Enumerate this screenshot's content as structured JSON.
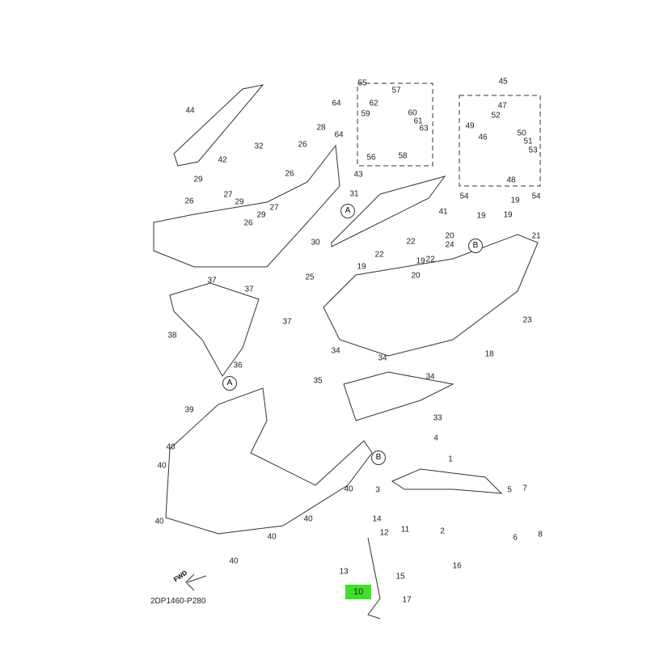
{
  "diagram_code": "2DP1460-P280",
  "fwd_label": "FWD",
  "highlight_color": "#3ee02a",
  "ref_markers": [
    "A",
    "A",
    "B",
    "B"
  ],
  "callouts": [
    "44",
    "55",
    "45",
    "57",
    "64",
    "62",
    "59",
    "60",
    "61",
    "63",
    "64",
    "56",
    "58",
    "47",
    "52",
    "49",
    "46",
    "50",
    "51",
    "53",
    "48",
    "54",
    "54",
    "32",
    "28",
    "26",
    "26",
    "42",
    "29",
    "27",
    "29",
    "27",
    "26",
    "29",
    "26",
    "31",
    "30",
    "25",
    "43",
    "41",
    "19",
    "19",
    "19",
    "20",
    "22",
    "24",
    "22",
    "19",
    "22",
    "19",
    "20",
    "21",
    "23",
    "18",
    "37",
    "37",
    "37",
    "38",
    "36",
    "34",
    "34",
    "34",
    "35",
    "33",
    "39",
    "40",
    "40",
    "40",
    "40",
    "40",
    "40",
    "40",
    "4",
    "1",
    "3",
    "5",
    "7",
    "2",
    "6",
    "8",
    "14",
    "12",
    "11",
    "13",
    "16",
    "15",
    "17"
  ],
  "highlighted_callout": "10"
}
